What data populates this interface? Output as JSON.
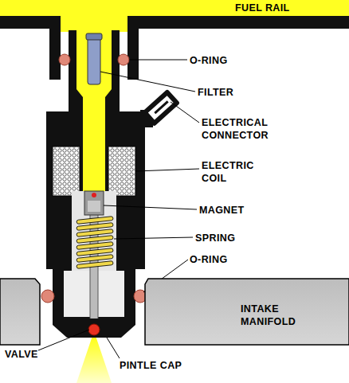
{
  "diagram": {
    "nodes": [
      {
        "text": [
          "FUEL RAIL"
        ]
      },
      {
        "text": [
          "INTAKE MANIFOLD"
        ]
      }
    ],
    "labels": [
      "O-RING",
      "FILTER",
      "ELECTRICAL CONNECTOR",
      "ELECTRIC COIL",
      "MAGNET",
      "SPRING",
      "O-RING",
      "VALVE",
      "PINTLE CAP"
    ]
  }
}
